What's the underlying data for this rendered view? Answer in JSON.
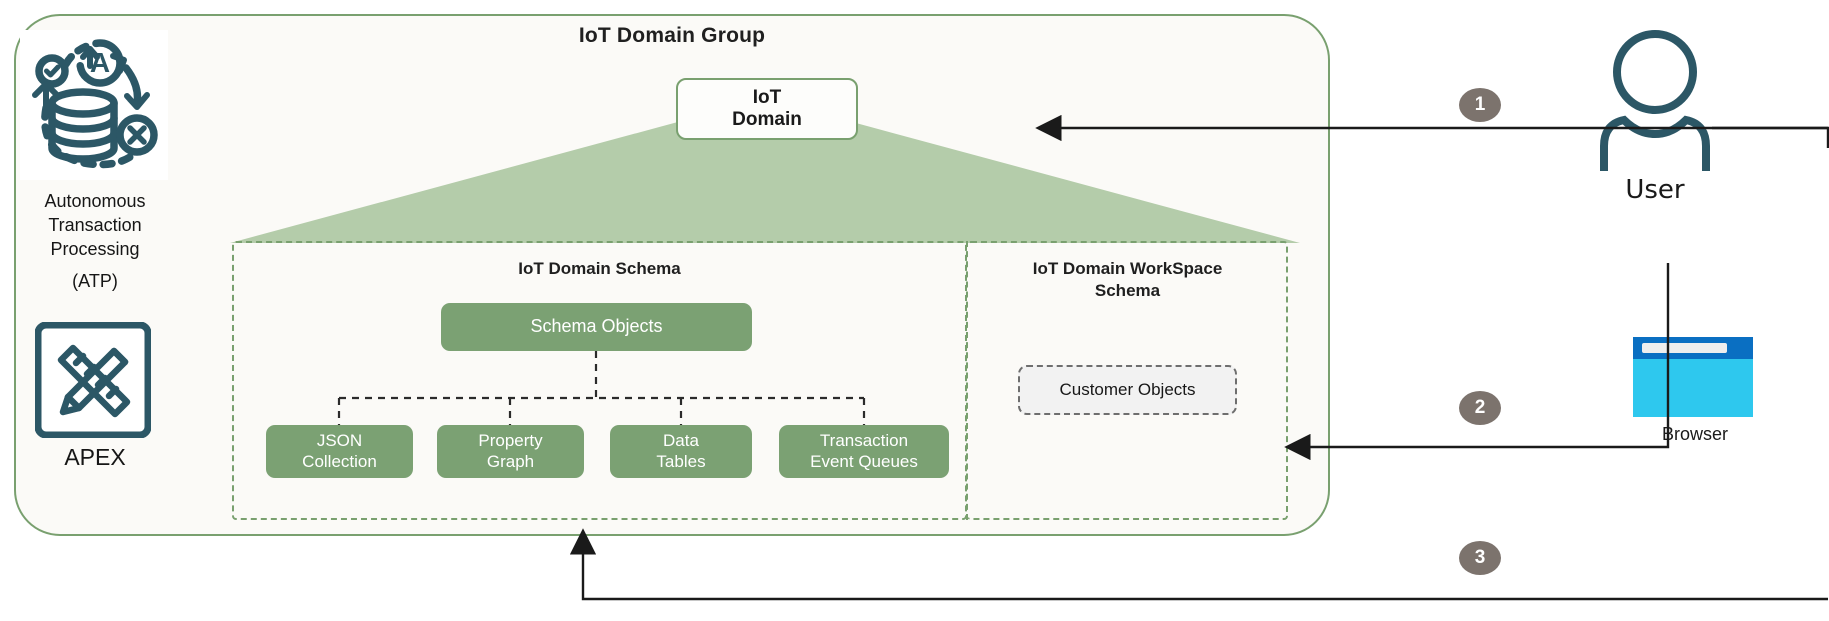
{
  "diagram": {
    "group": {
      "title": "IoT Domain Group"
    },
    "iot_domain": {
      "line1": "IoT",
      "line2": "Domain"
    },
    "schema_section": {
      "title": "IoT Domain Schema",
      "root_node": "Schema Objects",
      "leaves": [
        {
          "line1": "JSON",
          "line2": "Collection"
        },
        {
          "line1": "Property",
          "line2": "Graph"
        },
        {
          "line1": "Data",
          "line2": "Tables"
        },
        {
          "line1": "Transaction",
          "line2": "Event Queues"
        }
      ]
    },
    "workspace_section": {
      "title_line1": "IoT Domain WorkSpace",
      "title_line2": "Schema",
      "node": "Customer Objects"
    },
    "left_services": [
      {
        "icon": "autonomous-database-icon",
        "label_line1": "Autonomous",
        "label_line2": "Transaction",
        "label_line3": "Processing",
        "label_line4": "(ATP)"
      },
      {
        "icon": "ruler-pencil-icon",
        "label": "APEX"
      }
    ],
    "actors": {
      "user": {
        "icon": "user-person-icon",
        "label": "User"
      },
      "browser": {
        "icon": "browser-window-icon",
        "label": "Browser"
      }
    },
    "steps": [
      {
        "number": "1"
      },
      {
        "number": "2"
      },
      {
        "number": "3"
      }
    ],
    "colors": {
      "group_border": "#79a06f",
      "group_fill": "#fbfaf7",
      "funnel_fill": "#b4ccaa",
      "node_fill": "#7ba173",
      "node_text": "#ffffff",
      "dashed_green": "#79a06f",
      "dashed_gray": "#6e6e6e",
      "badge_fill": "#7c736d",
      "icon_teal": "#2c5766",
      "browser_body": "#2ec8ee",
      "browser_bar": "#0a6fc2"
    }
  }
}
